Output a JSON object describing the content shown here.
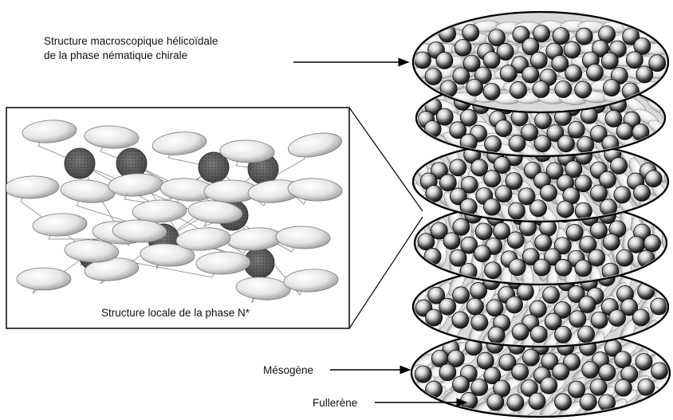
{
  "labels": {
    "macro_line1": "Structure macroscopique hélicoïdale",
    "macro_line2": "de la phase nématique chirale",
    "local": "Structure  locale de la phase N*",
    "mesogen": "Mésogène",
    "fullerene": "Fullerène"
  },
  "colors": {
    "ellipse_light": "#f4f4f4",
    "ellipse_dark": "#9a9a9a",
    "fullerene_dark": "#555555",
    "outline": "#000000"
  },
  "icons": {
    "mesogen": "ellipse-mesogen-icon",
    "fullerene": "sphere-fullerene-icon"
  }
}
